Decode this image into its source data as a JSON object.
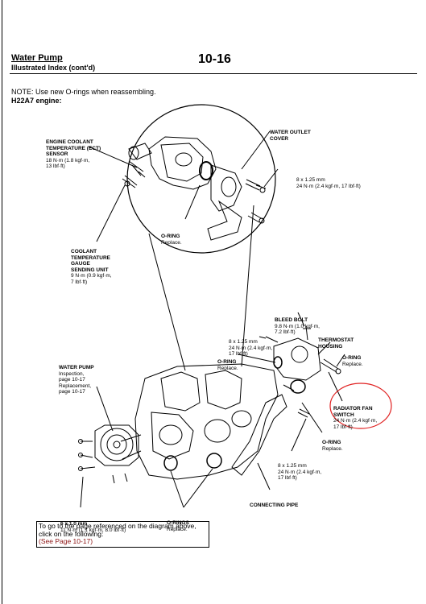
{
  "header": {
    "title": "Water Pump",
    "subtitle": "Illustrated Index (cont'd)",
    "page_number": "10-16"
  },
  "note": "NOTE: Use new O-rings when reassembling.",
  "engine": "H22A7 engine:",
  "labels": {
    "ect": {
      "title": "ENGINE COOLANT\nTEMPERATURE (ECT)\nSENSOR",
      "spec": "18 N·m (1.8 kgf·m,\n13 lbf·ft)"
    },
    "water_outlet": {
      "title": "WATER OUTLET\nCOVER"
    },
    "bolt_top": {
      "spec": "8 x 1.25 mm\n24 N·m (2.4 kgf·m, 17 lbf·ft)"
    },
    "oring_top": {
      "title": "O-RING",
      "spec": "Replace."
    },
    "gauge": {
      "title": "COOLANT\nTEMPERATURE\nGAUGE\nSENDING UNIT",
      "spec": "9 N·m (0.9 kgf·m,\n7 lbf·ft)"
    },
    "bleed": {
      "title": "BLEED BOLT",
      "spec": "9.8 N·m (1.0 kgf·m,\n7.2 lbf·ft)"
    },
    "bolt_mid": {
      "spec": "8 x 1.25 mm\n24 N·m (2.4 kgf·m,\n17 lbf·ft)"
    },
    "thermostat": {
      "title": "THERMOSTAT\nHOUSING"
    },
    "oring_left": {
      "title": "O-RING",
      "spec": "Replace."
    },
    "oring_right": {
      "title": "O-RING",
      "spec": "Replace."
    },
    "water_pump": {
      "title": "WATER PUMP",
      "spec": "Inspection,\npage 10-17\nReplacement,\npage 10-17"
    },
    "fan_switch": {
      "title": "RADIATOR FAN\nSWITCH",
      "spec": "24 N·m (2.4 kgf·m,\n17 lbf·ft)"
    },
    "oring_low": {
      "title": "O-RING",
      "spec": "Replace."
    },
    "bolt_low": {
      "spec": "8 x 1.25 mm\n24 N·m (2.4 kgf·m,\n17 lbf·ft)"
    },
    "connecting_pipe": {
      "title": "CONNECTING PIPE"
    },
    "bolt_pump": {
      "title": "6 x 1.0 mm",
      "spec": "11 N·m (1.1 kgf·m, 8.0 lbf·ft)"
    },
    "orings_bottom": {
      "title": "O-RINGS",
      "spec": "Replace."
    }
  },
  "infobox": {
    "line1": "To go to the page referenced on the diagram above,",
    "line2": "click on the following:",
    "link": "(See Page 10-17)"
  },
  "colors": {
    "highlight": "#e02020",
    "link": "#8b1010"
  }
}
